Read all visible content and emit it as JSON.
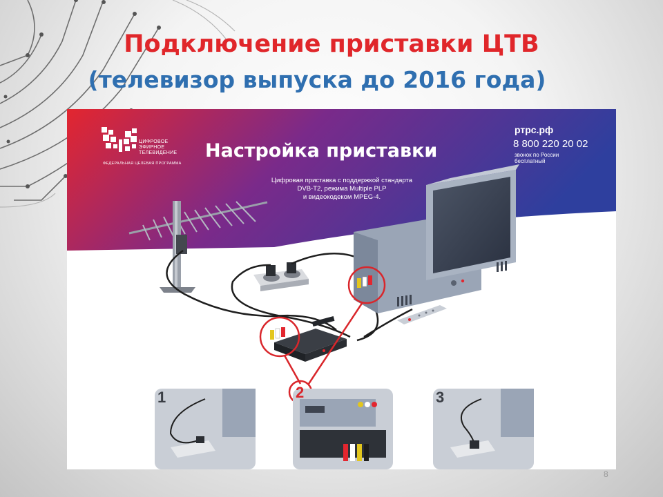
{
  "slide": {
    "title_line1": "Подключение приставки ЦТВ",
    "title_line2": "(телевизор выпуска до 2016 года)",
    "page_number": "8"
  },
  "poster": {
    "logo_line1": "ЦИФРОВОЕ",
    "logo_line2": "ЭФИРНОЕ",
    "logo_line3": "ТЕЛЕВИДЕНИЕ",
    "logo_program": "ФЕДЕРАЛЬНАЯ ЦЕЛЕВАЯ ПРОГРАММА",
    "heading": "Настройка приставки",
    "site": "ртрс.рф",
    "phone": "8 800 220 20 02",
    "call_note_line1": "звонок по России",
    "call_note_line2": "бесплатный",
    "description_line1": "Цифровая приставка с поддержкой стандарта",
    "description_line2": "DVB-T2, режима Multiple PLP",
    "description_line3": "и видеокодеком MPEG-4.",
    "step1": "1",
    "step2": "2",
    "step3": "3"
  },
  "colors": {
    "title_red": "#e0262a",
    "title_blue": "#2f6fb0",
    "banner_red": "#e3262f",
    "banner_purple": "#7a2a8a",
    "banner_blue": "#2e3f9e",
    "callout_red": "#d9262b"
  },
  "icons": [
    "circuit-decoration",
    "butterfly-logo-icon",
    "antenna-icon",
    "power-socket-icon",
    "tv-icon",
    "set-top-box-icon",
    "remote-control-icon",
    "rca-plug-icon"
  ]
}
